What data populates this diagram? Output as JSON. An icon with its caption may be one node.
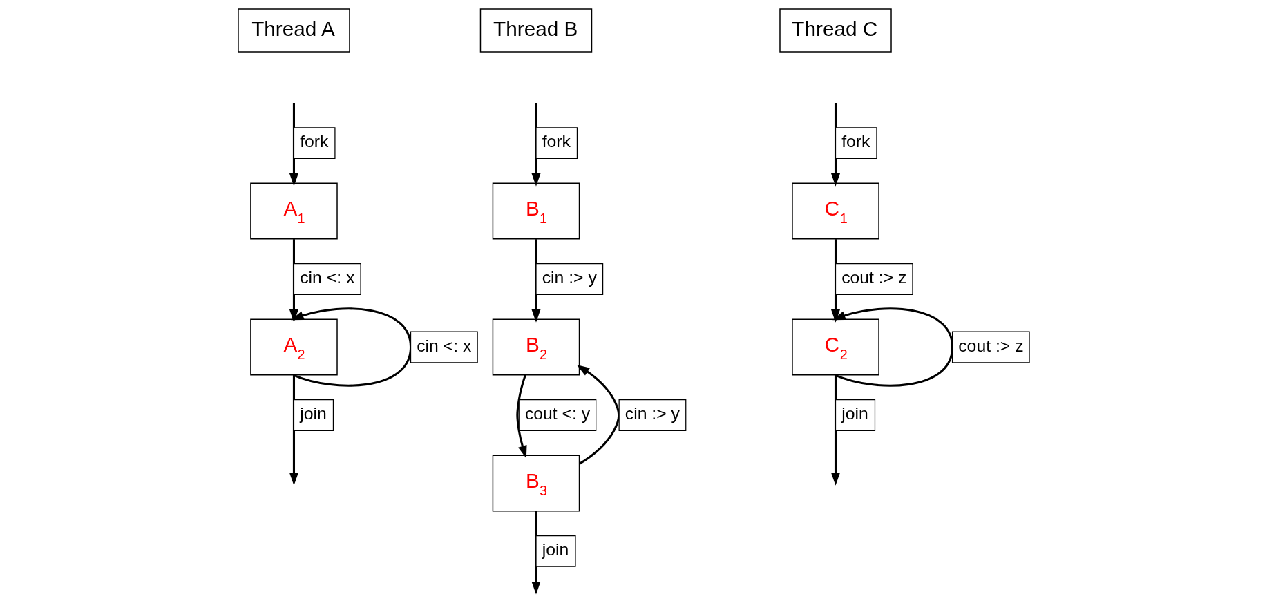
{
  "diagram": {
    "nodes": [
      {
        "text": [
          "Thread A"
        ]
      },
      {
        "text": [
          "Thread B"
        ]
      },
      {
        "text": [
          "Thread C"
        ]
      },
      {
        "text": [
          "A$_{1}$"
        ]
      },
      {
        "text": [
          "A$_{2}$"
        ]
      },
      {
        "text": [
          "B$_{1}$"
        ]
      },
      {
        "text": [
          "B$_{2}$"
        ]
      },
      {
        "text": [
          "B$_{3}$"
        ]
      },
      {
        "text": [
          "C$_{1}$"
        ]
      },
      {
        "text": [
          "C$_{2}$"
        ]
      }
    ],
    "edges": [
      {
        "from": null,
        "to": 3,
        "arrow": "to",
        "label": "fork"
      },
      {
        "from": 3,
        "to": 4,
        "arrow": "to",
        "label": "cin <: x"
      },
      {
        "from": 4,
        "to": 4,
        "arrow": "to",
        "label": "cin <: x"
      },
      {
        "from": 4,
        "to": null,
        "arrow": "to",
        "label": "join"
      },
      {
        "from": null,
        "to": 5,
        "arrow": "to",
        "label": "fork"
      },
      {
        "from": 5,
        "to": 6,
        "arrow": "to",
        "label": "cin :> y"
      },
      {
        "from": 7,
        "to": 6,
        "arrow": "to",
        "label": "cin :> y"
      },
      {
        "from": 6,
        "to": 7,
        "arrow": "to",
        "label": "cout <: y"
      },
      {
        "from": 7,
        "to": null,
        "arrow": "to",
        "label": "join"
      },
      {
        "from": null,
        "to": 8,
        "arrow": "to",
        "label": "fork"
      },
      {
        "from": 8,
        "to": 9,
        "arrow": "to",
        "label": "cout :> z"
      },
      {
        "from": 9,
        "to": 9,
        "arrow": "to",
        "label": "cout :> z"
      },
      {
        "from": 9,
        "to": null,
        "arrow": "to",
        "label": "join"
      }
    ]
  }
}
